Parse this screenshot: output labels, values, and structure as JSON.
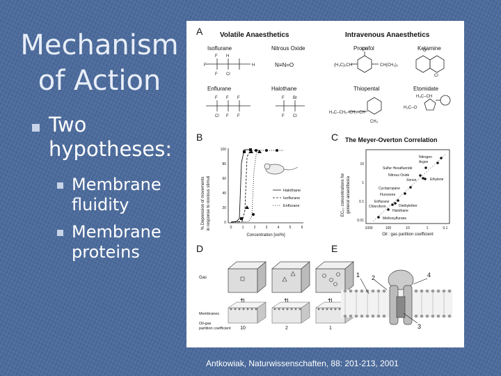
{
  "title": {
    "line1": "Mechanism",
    "line2": "of Action"
  },
  "bullets": {
    "main": {
      "line1": "Two",
      "line2": "hypotheses:"
    },
    "sub": [
      {
        "line1": "Membrane",
        "line2": "fluidity"
      },
      {
        "line1": "Membrane",
        "line2": "proteins"
      }
    ]
  },
  "figure": {
    "panel_labels": [
      "A",
      "B",
      "C",
      "D",
      "E"
    ],
    "panel_a": {
      "volatile_title": "Volatile Anaesthetics",
      "intravenous_title": "Intravenous Anaesthetics",
      "drugs": [
        "Isoflurane",
        "Nitrous Oxide",
        "Propofol",
        "Ketamine",
        "Enflurane",
        "Halothane",
        "Thiopental",
        "Etomidate"
      ],
      "n2o_formula": "N≡N=O"
    },
    "panel_b": {
      "ylabel_line1": "% Depression of movements",
      "ylabel_line2": "in response to noxious stimuli",
      "yticks": [
        "100",
        "80",
        "60",
        "40",
        "20",
        "0"
      ],
      "xticks": [
        "0",
        "1",
        "2",
        "3",
        "4",
        "5",
        "6"
      ],
      "xlabel": "Concentration [vol%]",
      "legend": [
        "Halothane",
        "Isoflurane",
        "Enflurane"
      ]
    },
    "panel_c": {
      "title": "The Meyer-Overton Correlation",
      "ylabel_line1": "EC₅₀ concentrations for",
      "ylabel_line2": "general anaesthesia",
      "yticks": [
        "10",
        "1",
        "0.1",
        "0.01"
      ],
      "xticks": [
        "1000",
        "100",
        "10",
        "1",
        "0.1"
      ],
      "xlabel": "Oil : gas partition coefficient",
      "compounds": [
        "Nitrogen",
        "Argon",
        "Sulfur Hexafluoride",
        "Nitrous Oxide",
        "Xenon",
        "Ethylene",
        "Cyclopropane",
        "Fluroxene",
        "Enflurane",
        "Chloroform",
        "Diethylether",
        "Halothane",
        "Methoxyflurane"
      ]
    },
    "panel_d": {
      "gas_label": "Gas",
      "membranes_label": "Membranes",
      "oilgas_label_line1": "Oil-gas",
      "oilgas_label_line2": "partition coefficient",
      "values": [
        "10",
        "2",
        "1"
      ],
      "arrows": "⇅"
    },
    "panel_e": {
      "numbers": [
        "1",
        "2",
        "4",
        "3"
      ]
    }
  },
  "caption": "Antkowiak, Naturwissenschaften, 88: 201-213, 2001",
  "colors": {
    "background": "#4a6a9c",
    "bullet": "#c8d4e8",
    "text": "#ffffff",
    "figure_bg": "#ffffff"
  }
}
